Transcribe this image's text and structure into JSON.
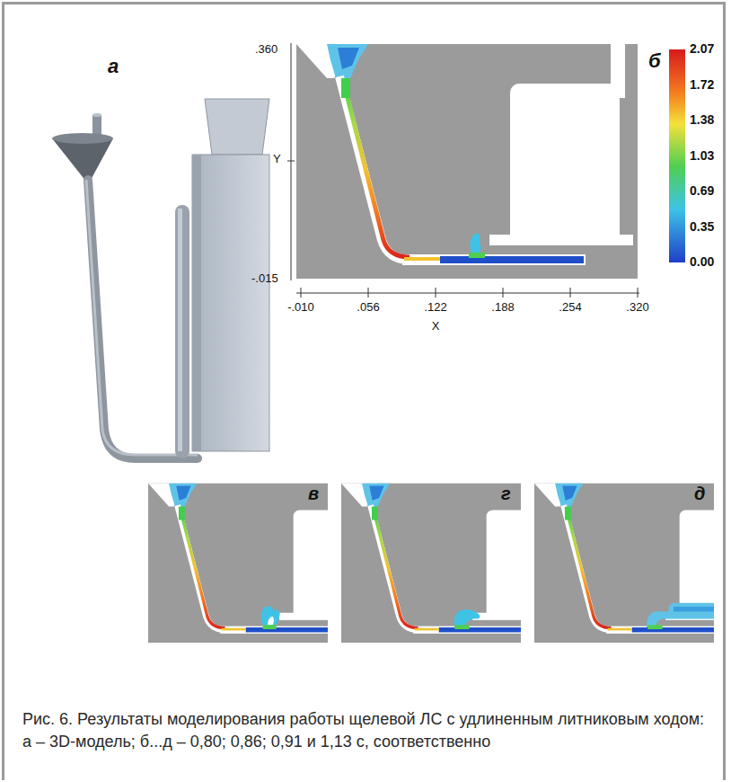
{
  "diagram": {
    "caption": "Рис. 6. Результаты моделирования работы щелевой ЛС с удлиненным литниковым ходом: а – 3D-модель; б...д – 0,80; 0,86; 0,91 и 1,13 с, соответственно",
    "labels": [
      "а",
      "б",
      ".360",
      "Y",
      "-.015",
      "-.010",
      ".056",
      ".122",
      ".188",
      ".254",
      ".320",
      "X",
      "2.07",
      "1.72",
      "1.38",
      "1.03",
      "0.69",
      "0.35",
      "0.00",
      "в",
      "г",
      "д"
    ]
  }
}
